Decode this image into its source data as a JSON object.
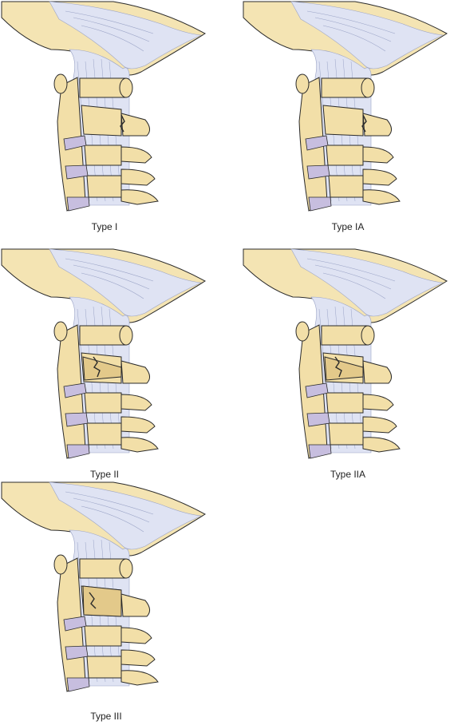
{
  "colors": {
    "bone": "#f2dfa8",
    "bone_shadow": "#e3c98a",
    "outline": "#2b2b2b",
    "ligament": "#dfe3f3",
    "ligament_line": "#9aa3c6",
    "disc": "#c7bedf",
    "canal": "#c9d3ee",
    "skull": "#f4e4b3"
  },
  "panels": [
    {
      "id": "type-1",
      "label": "Type I",
      "fracture": "tip",
      "shade_variant": "plain"
    },
    {
      "id": "type-1a",
      "label": "Type IA",
      "fracture": "tip",
      "shade_variant": "plain"
    },
    {
      "id": "type-2",
      "label": "Type II",
      "fracture": "base",
      "shade_variant": "dark"
    },
    {
      "id": "type-2a",
      "label": "Type IIA",
      "fracture": "base",
      "shade_variant": "dark"
    },
    {
      "id": "type-3",
      "label": "Type III",
      "fracture": "body",
      "shade_variant": "dark"
    }
  ]
}
